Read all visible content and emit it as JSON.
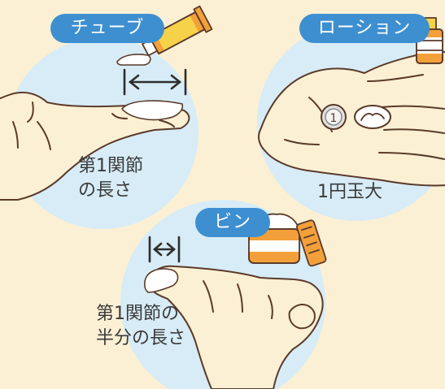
{
  "colors": {
    "background": "#fbf0d4",
    "circle": "#d7ecf6",
    "pill": "#3d8fd0",
    "skin": "#fbf0d4",
    "outline": "#5a3a2a",
    "tube_orange": "#f3a03a",
    "tube_cap": "#f6d24a",
    "arrow": "#2e2e2e",
    "text": "#3a3a3a"
  },
  "sections": {
    "tube": {
      "label": "チューブ",
      "caption_line1": "第1関節",
      "caption_line2": "の長さ",
      "product_icon": "tube-icon"
    },
    "lotion": {
      "label": "ローション",
      "caption": "1円玉大",
      "coin_text": "1",
      "product_icon": "lotion-bottle-icon"
    },
    "jar": {
      "label": "ビン",
      "caption_line1": "第1関節の",
      "caption_line2": "半分の長さ",
      "product_icon": "cream-jar-icon"
    }
  }
}
